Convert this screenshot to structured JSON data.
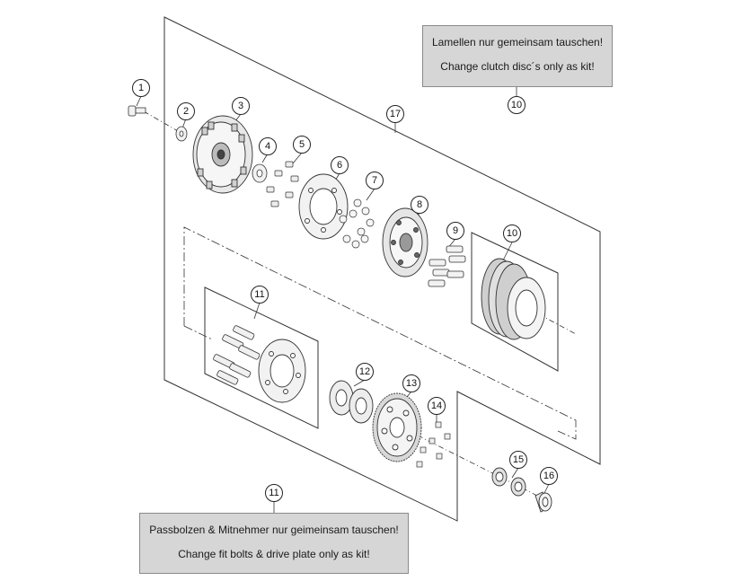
{
  "notes": {
    "clutch_kit": {
      "de": "Lamellen nur gemeinsam tauschen!",
      "en": "Change clutch disc´s only as kit!"
    },
    "fit_bolts_kit": {
      "de": "Passbolzen & Mitnehmer nur geimeinsam tauschen!",
      "en": "Change fit bolts & drive plate only as kit!"
    }
  },
  "callouts": [
    "1",
    "2",
    "3",
    "4",
    "5",
    "6",
    "7",
    "8",
    "9",
    "10",
    "10",
    "11",
    "11",
    "12",
    "13",
    "14",
    "15",
    "16",
    "17"
  ],
  "colors": {
    "line": "#333333",
    "box_fill": "#d6d6d6",
    "part_fill": "#f2f2f2"
  }
}
